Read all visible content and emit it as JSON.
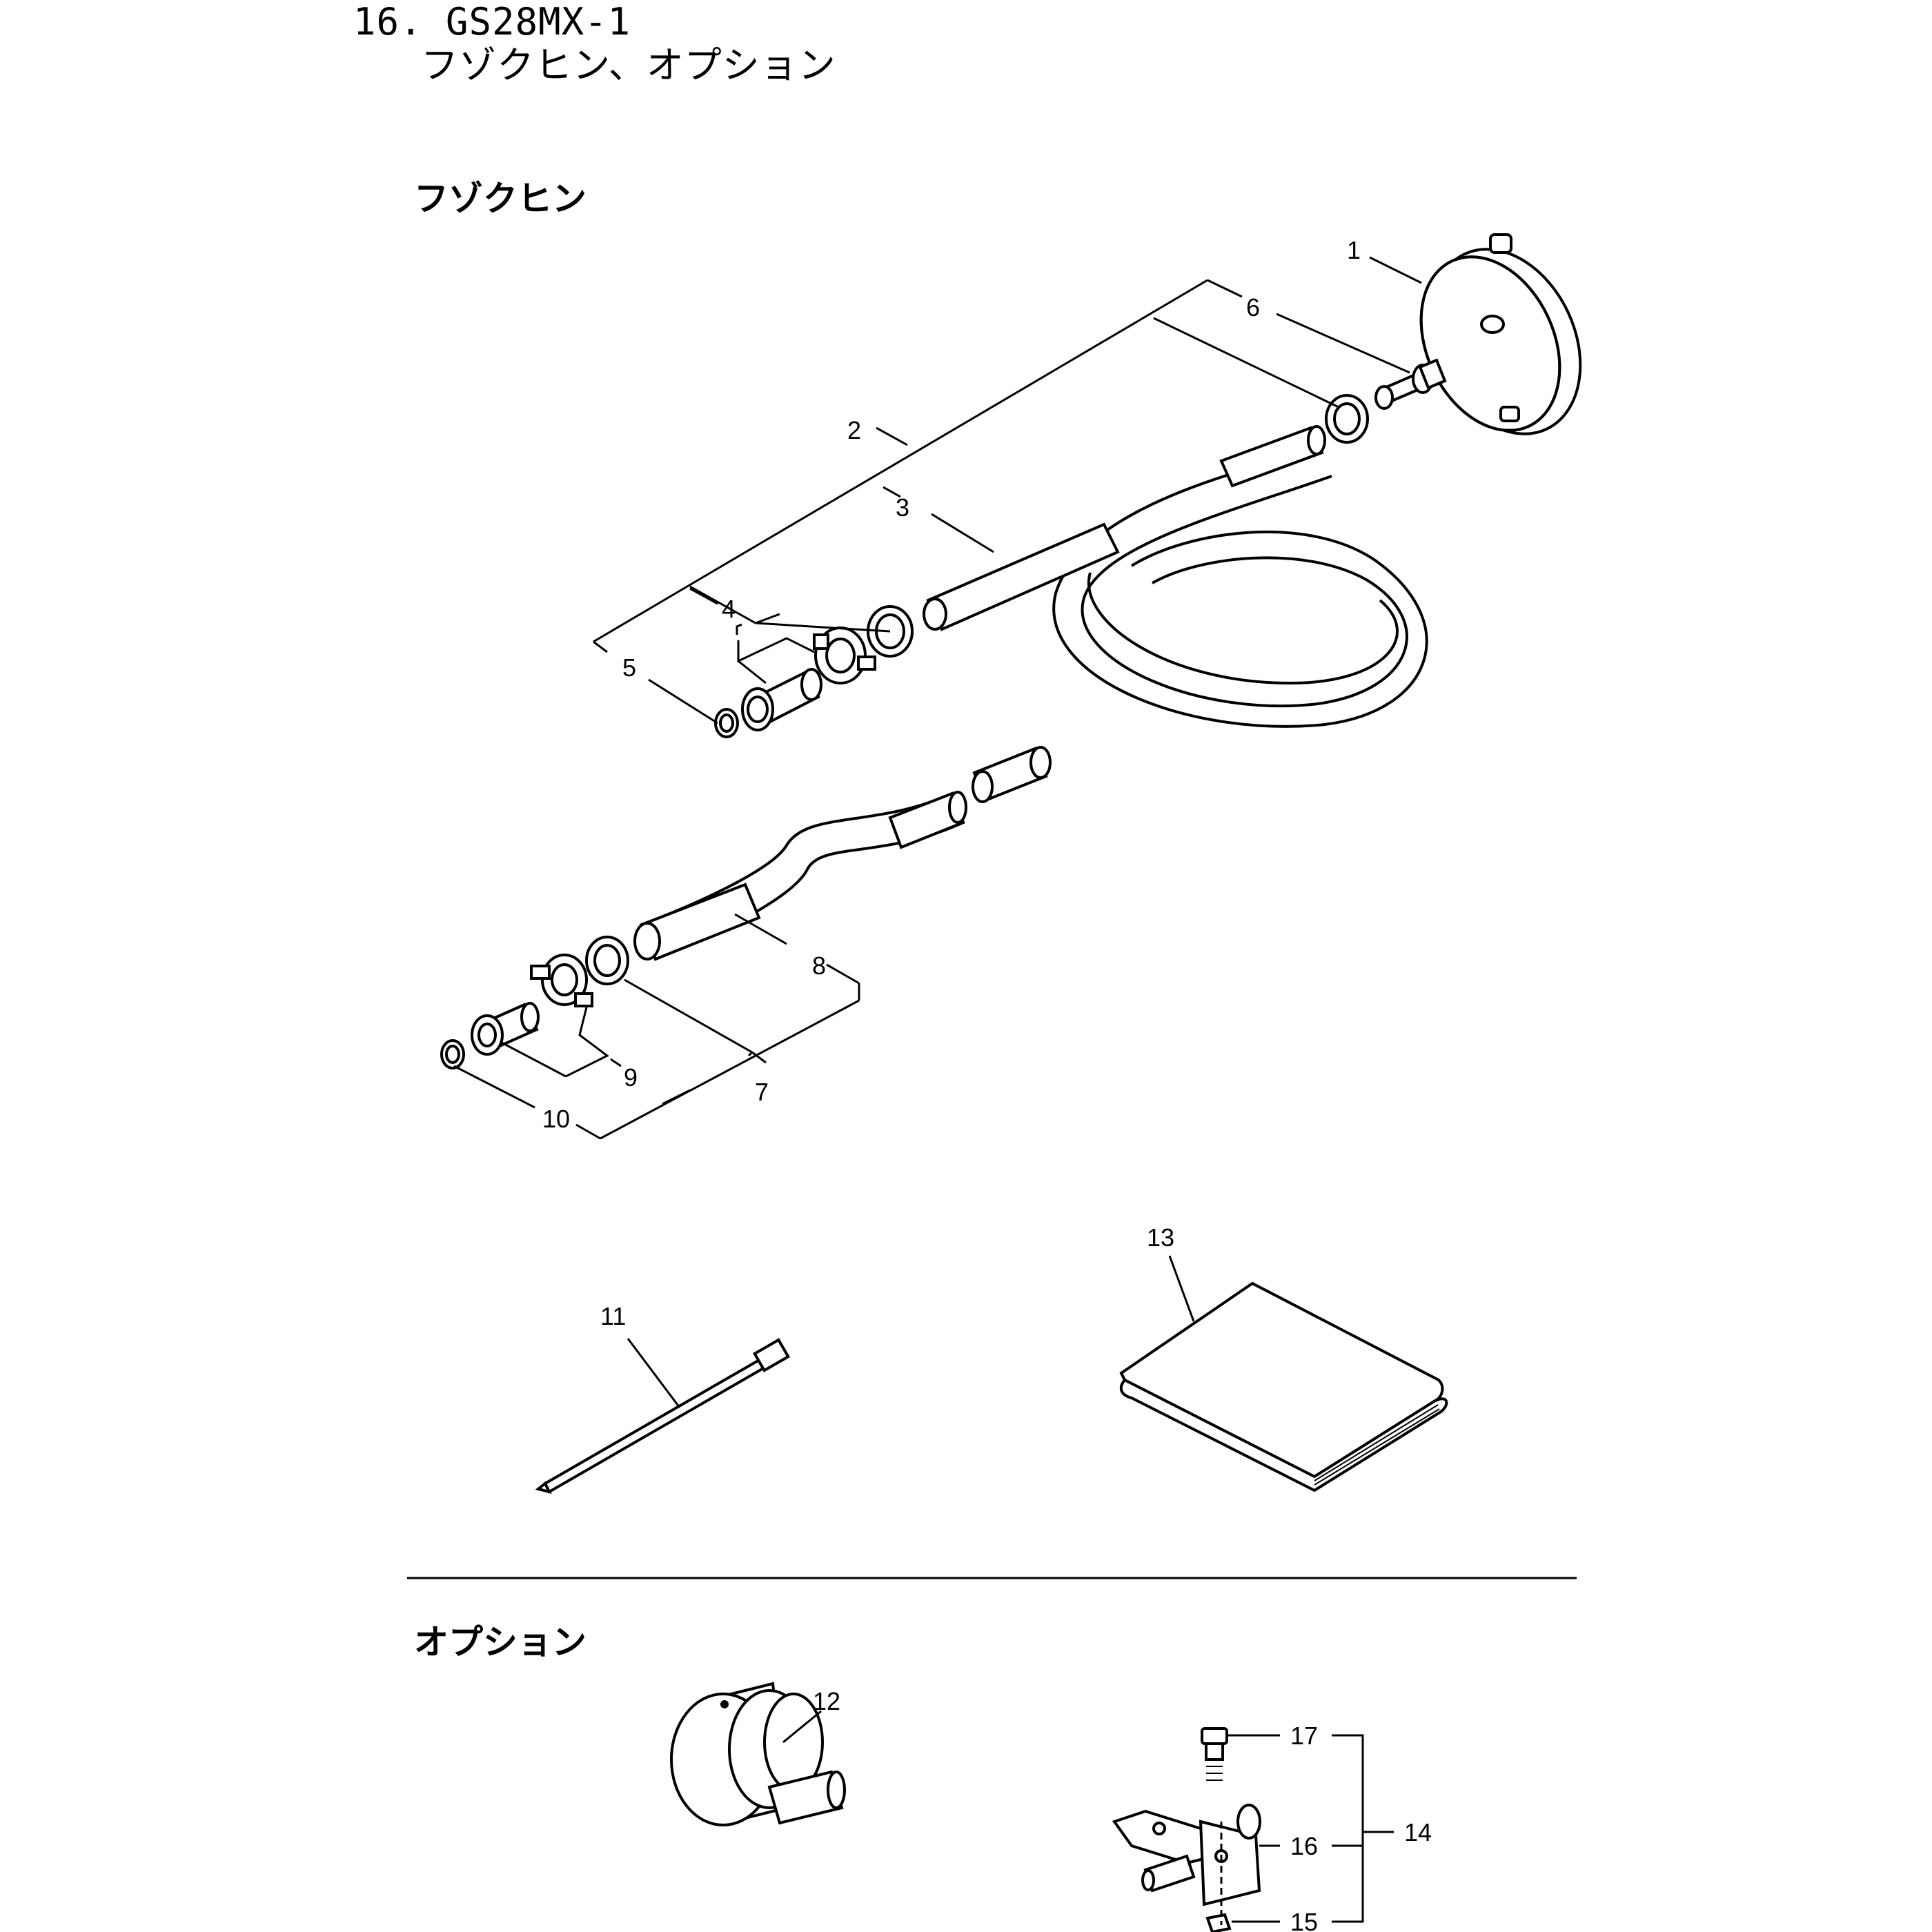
{
  "header": {
    "model_line": "16. GS28MX-1",
    "subtitle": "フゾクヒン、オプション"
  },
  "sections": {
    "accessories": "フゾクヒン",
    "options": "オプション"
  },
  "callouts": {
    "c1": "1",
    "c2": "2",
    "c3": "3",
    "c4": "4",
    "c5": "5",
    "c6": "6",
    "c7": "7",
    "c8": "8",
    "c9": "9",
    "c10": "10",
    "c11": "11",
    "c12": "12",
    "c13": "13",
    "c14": "14",
    "c15": "15",
    "c16": "16",
    "c17": "17"
  }
}
